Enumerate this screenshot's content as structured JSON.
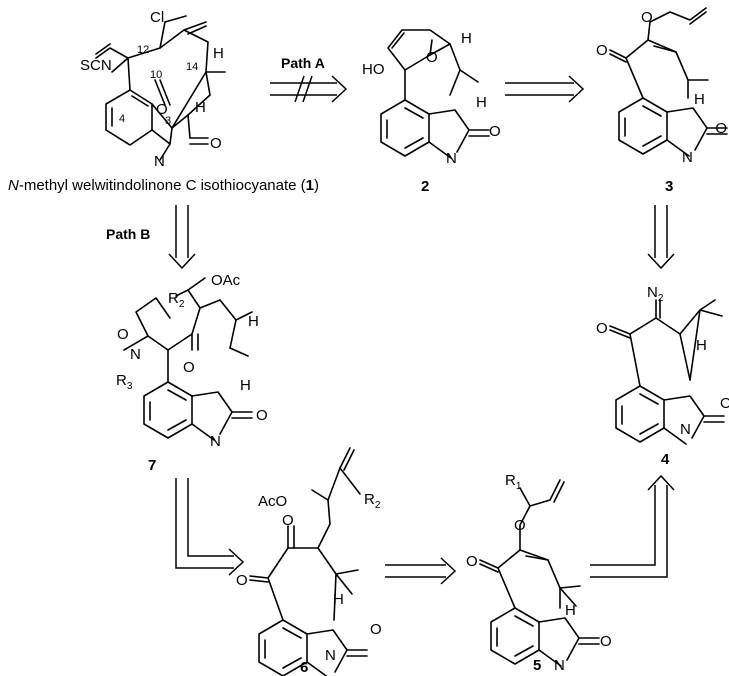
{
  "scheme": {
    "caption_prefix": "N",
    "caption_main": "-methyl welwitindolinone C isothiocyanate (",
    "caption_num": "1",
    "caption_suffix": ")",
    "path_a": "Path A",
    "path_b": "Path B"
  },
  "compounds": {
    "c2": "2",
    "c3": "3",
    "c4": "4",
    "c5": "5",
    "c6": "6",
    "c7": "7"
  },
  "atoms": {
    "cl": "Cl",
    "scn": "SCN",
    "ho": "HO",
    "o": "O",
    "n": "N",
    "h": "H",
    "oac": "OAc",
    "aco": "AcO",
    "r1": "R",
    "r1_sub": "1",
    "r2": "R",
    "r2_sub": "2",
    "r3": "R",
    "r3_sub": "3",
    "n2": "N",
    "n2_sub": "2"
  },
  "locants": {
    "l12": "12",
    "l14": "14",
    "l10": "10",
    "l4": "4",
    "l3": "3"
  }
}
